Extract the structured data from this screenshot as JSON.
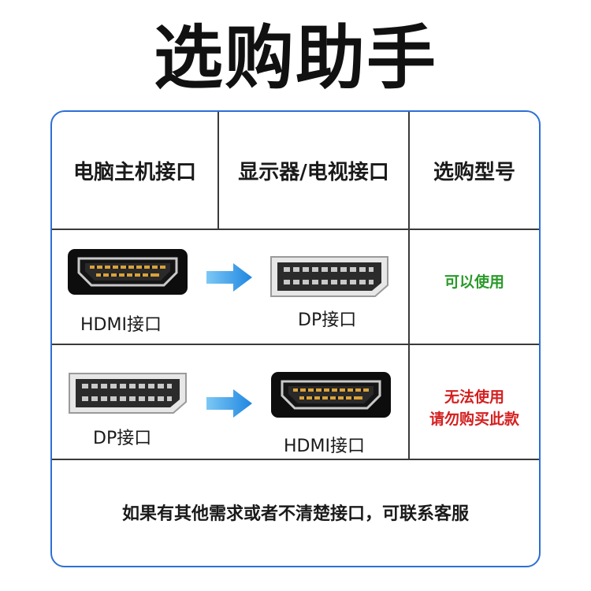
{
  "title": "选购助手",
  "headers": {
    "host": "电脑主机接口",
    "display": "显示器/电视接口",
    "model": "选购型号"
  },
  "rows": [
    {
      "from_label": "HDMI接口",
      "to_label": "DP接口",
      "from_icon": "hdmi-port-icon",
      "to_icon": "displayport-port-icon",
      "result_line1": "可以使用",
      "result_line2": "",
      "result_color": "#2a9a2a"
    },
    {
      "from_label": "DP接口",
      "to_label": "HDMI接口",
      "from_icon": "displayport-port-icon",
      "to_icon": "hdmi-port-icon",
      "result_line1": "无法使用",
      "result_line2": "请勿购买此款",
      "result_color": "#d42020"
    }
  ],
  "footer": "如果有其他需求或者不清楚接口，可联系客服",
  "colors": {
    "border": "#2d6fd6",
    "arrow": "#2a8fe6"
  }
}
